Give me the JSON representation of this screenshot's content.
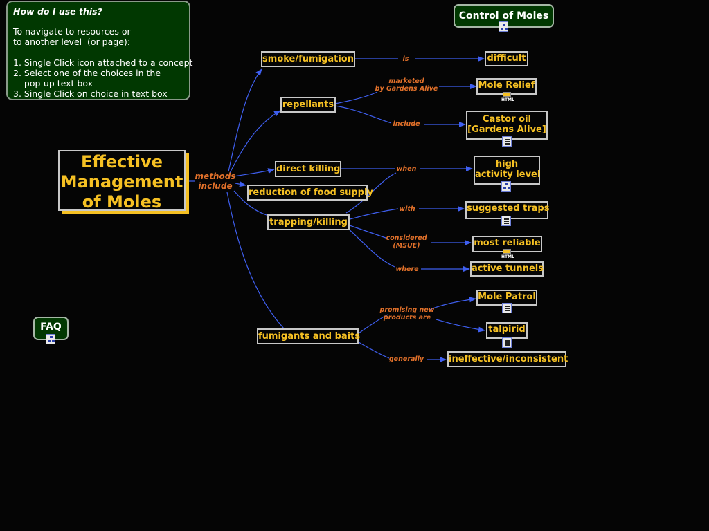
{
  "help": {
    "question": "How do I use this?",
    "lines": [
      "To navigate to resources or",
      "to another level  (or page):",
      "",
      "1. Single Click icon attached to a concept",
      "2. Select one of the choices in the",
      "    pop-up text box",
      "3. Single Click on choice in text box"
    ]
  },
  "buttons": {
    "top_right": "Control of Moles",
    "faq": "FAQ"
  },
  "main_concept": [
    "Effective",
    "Management",
    "of Moles"
  ],
  "linking": {
    "methods_include": [
      "methods",
      "include"
    ],
    "is": "is",
    "marketed": [
      "marketed",
      "by Gardens Alive"
    ],
    "include": "include",
    "when": "when",
    "with": "with",
    "considered": [
      "considered",
      "(MSUE)"
    ],
    "where": "where",
    "promising": [
      "promising  new",
      "products are"
    ],
    "generally": "generally"
  },
  "concepts": {
    "smoke": "smoke/fumigation",
    "repellants": "repellants",
    "direct_killing": "direct killing",
    "reduction": "reduction of food supply",
    "trapping": "trapping/killing",
    "fumigants": "fumigants and baits",
    "difficult": "difficult",
    "mole_relief": "Mole Relief",
    "castor": [
      "Castor oil",
      "[Gardens Alive]"
    ],
    "high_activity": [
      "high",
      "activity level"
    ],
    "suggested_traps": "suggested traps",
    "most_reliable": "most reliable",
    "active_tunnels": "active tunnels",
    "mole_patrol": "Mole Patrol",
    "talpirid": "talpirid",
    "ineffective": "ineffective/inconsistent"
  },
  "icons": {
    "map": "concept-map-icon",
    "doc": "document-icon",
    "html": "html-page-icon"
  },
  "colors": {
    "background": "#050505",
    "concept_text": "#f5c023",
    "link_label": "#e0702a",
    "connector": "#3f5ff0",
    "panel": "#013801"
  }
}
